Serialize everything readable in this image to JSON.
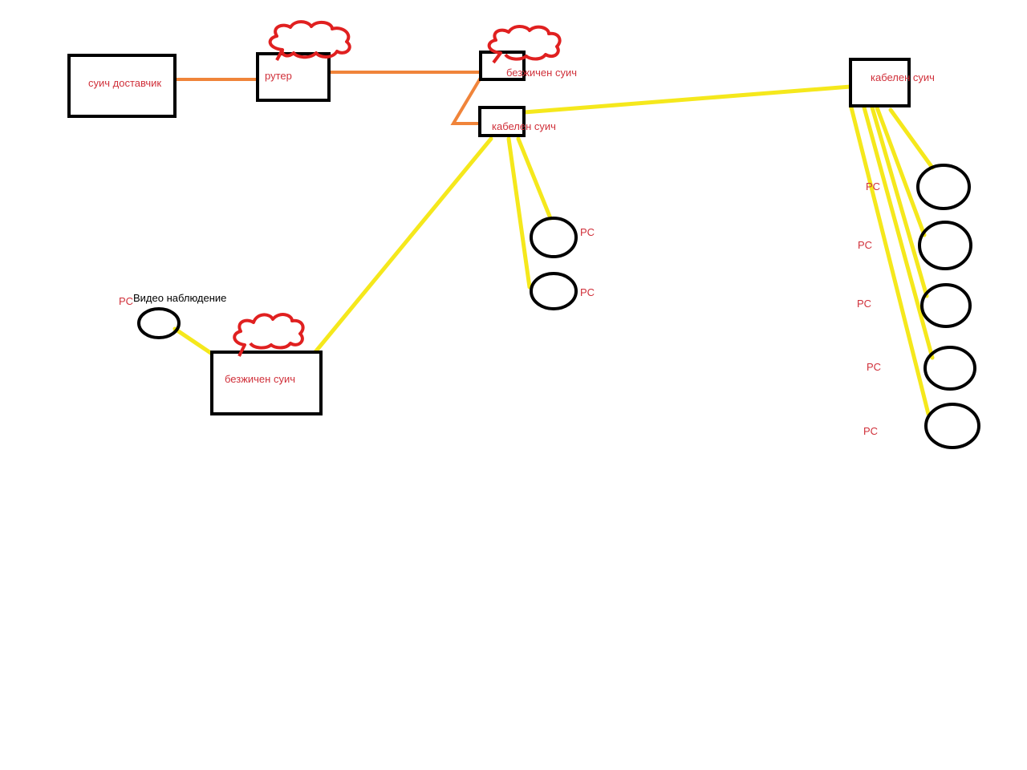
{
  "diagram": {
    "provider_switch": "суич доставчик",
    "router": "рутер",
    "wireless_switch_top": "безжичен суич",
    "cable_switch_mid": "кабелен суич",
    "cable_switch_right": "кабелен суич",
    "wireless_switch_bottom": "безжичен суич",
    "pc_label": "PC",
    "video_label": "Видео наблюдение"
  },
  "colors": {
    "wired_uplink": "#f0843a",
    "wired_lan": "#f5e81c",
    "wireless": "#e02020",
    "label": "#d0303a"
  }
}
